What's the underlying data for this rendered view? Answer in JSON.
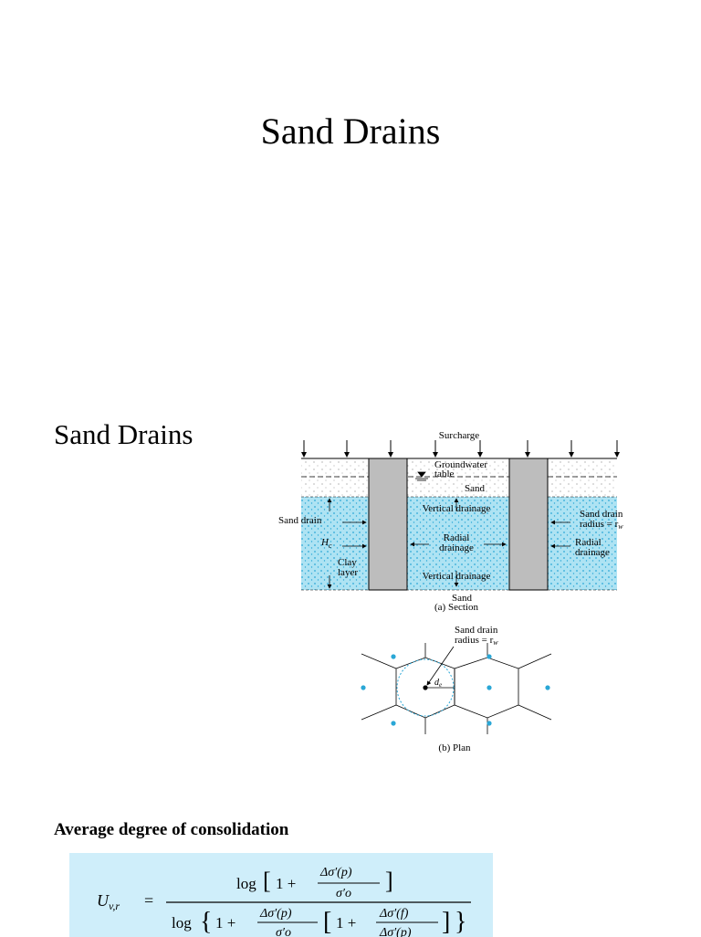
{
  "slide": {
    "title": "Sand Drains",
    "subtitle": "Sand Drains",
    "avg_heading": "Average degree of consolidation"
  },
  "figure_section": {
    "surcharge": "Surcharge",
    "groundwater_line1": "Groundwater",
    "groundwater_line2": "table",
    "sand_top": "Sand",
    "vertical_drainage_top": "Vertical drainage",
    "radial_center_line1": "Radial",
    "radial_center_line2": "drainage",
    "vertical_drainage_bottom": "Vertical drainage",
    "sand_bottom": "Sand",
    "caption": "(a) Section",
    "sand_drain_left": "Sand drain",
    "hc_label": "H",
    "hc_sub": "c",
    "clay_line1": "Clay",
    "clay_line2": "layer",
    "drain_radius_line1": "Sand drain",
    "drain_radius_line2": "radius = r",
    "drain_radius_sub": "w",
    "radial_right_line1": "Radial",
    "radial_right_line2": "drainage"
  },
  "figure_plan": {
    "radius_line1": "Sand drain",
    "radius_line2": "radius = r",
    "radius_sub": "w",
    "de_label": "d",
    "de_sub": "e",
    "caption": "(b) Plan"
  },
  "equation": {
    "lhs": "U",
    "lhs_sub": "v,r",
    "equals": "=",
    "log": "log",
    "one_plus": "1 +",
    "dsigma_p": "Δσ′(p)",
    "dsigma_f": "Δσ′(f)",
    "sigma_o": "σ′o"
  },
  "colors": {
    "soil_blue": "#aee3f3",
    "drain_gray": "#bdbdbd",
    "plan_dot": "#2aa7d6",
    "equation_bg": "#cfeefa"
  }
}
